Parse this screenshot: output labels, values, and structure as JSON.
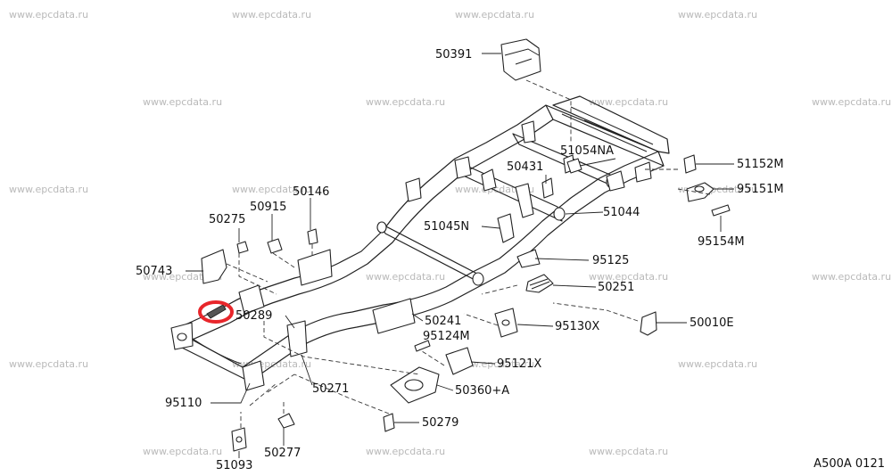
{
  "watermark": "www.epcdata.ru",
  "diagram_code": "A500A 0121",
  "part_labels": [
    "50391",
    "51054NA",
    "51152M",
    "95151M",
    "95154M",
    "50431",
    "51044",
    "50146",
    "50915",
    "50275",
    "51045N",
    "95125",
    "50743",
    "50251",
    "50289",
    "50241",
    "50010E",
    "95124M",
    "95130X",
    "95121X",
    "50271",
    "50360+A",
    "95110",
    "50279",
    "50277",
    "51093"
  ],
  "colors": {
    "highlight": "#e8262b",
    "line": "#222222",
    "watermark": "#b9b9b9"
  }
}
